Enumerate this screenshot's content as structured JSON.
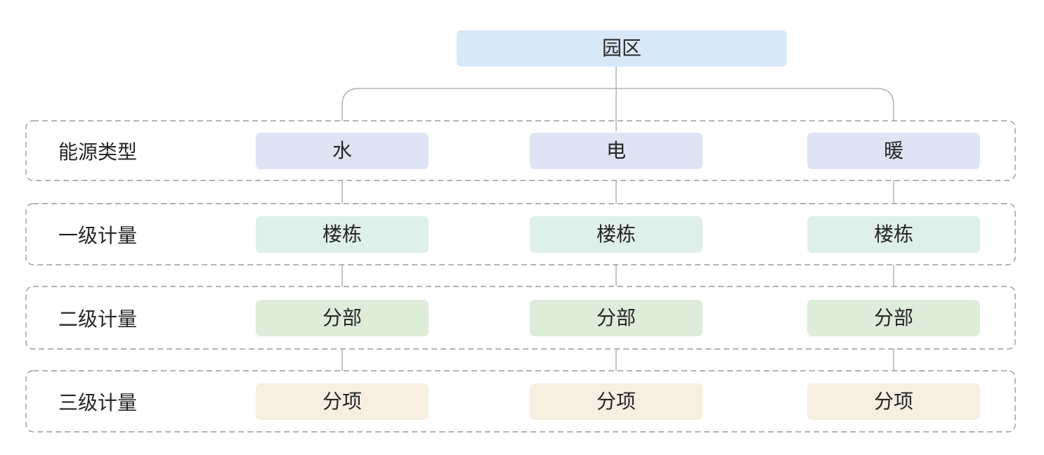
{
  "diagram": {
    "root": {
      "label": "园区",
      "fill": "#d9e8f7"
    },
    "rows": [
      {
        "label": "能源类型",
        "nodes": [
          "水",
          "电",
          "暖"
        ],
        "node_fill": "#dfe4f4"
      },
      {
        "label": "一级计量",
        "nodes": [
          "楼栋",
          "楼栋",
          "楼栋"
        ],
        "node_fill": "#dfefe9"
      },
      {
        "label": "二级计量",
        "nodes": [
          "分部",
          "分部",
          "分部"
        ],
        "node_fill": "#deedda"
      },
      {
        "label": "三级计量",
        "nodes": [
          "分项",
          "分项",
          "分项"
        ],
        "node_fill": "#f6efe2"
      }
    ],
    "colors": {
      "background": "#ffffff",
      "dashed_border": "#9a9a9a",
      "connector_line": "#a8a8a8",
      "text": "#262626"
    }
  }
}
